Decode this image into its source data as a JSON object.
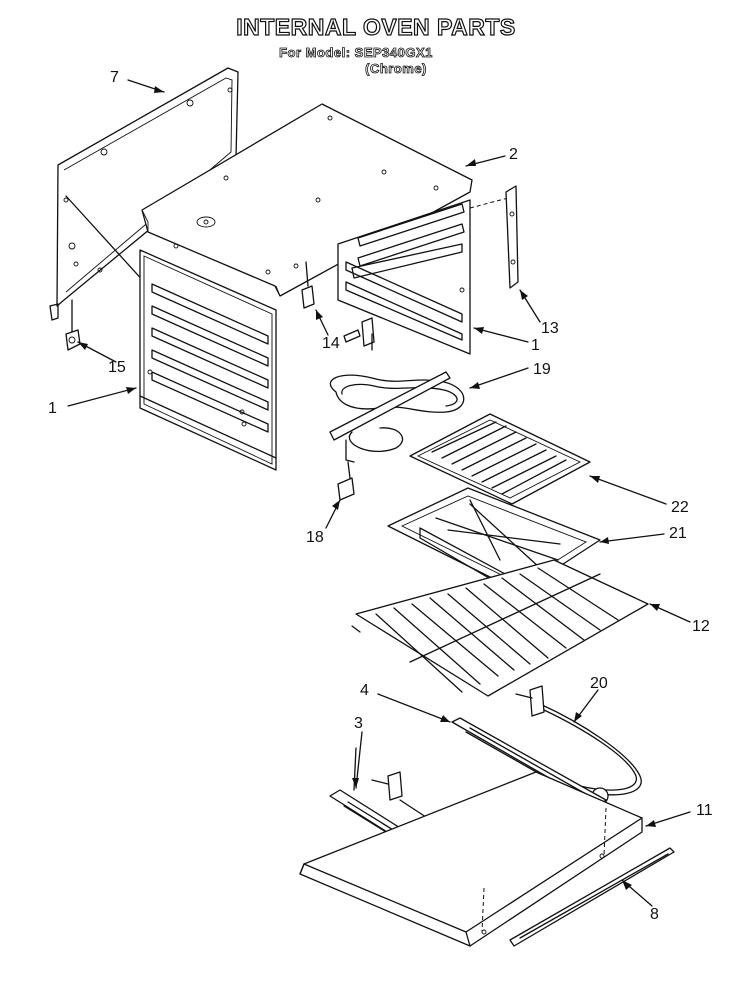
{
  "header": {
    "title": "INTERNAL OVEN PARTS",
    "model_line": "For Model: SEP340GX1",
    "finish_line": "(Chrome)"
  },
  "callouts": {
    "c7": "7",
    "c2": "2",
    "c13": "13",
    "c1a": "1",
    "c14": "14",
    "c15": "15",
    "c19": "19",
    "c1b": "1",
    "c22": "22",
    "c21": "21",
    "c18": "18",
    "c12": "12",
    "c20": "20",
    "c4": "4",
    "c3": "3",
    "c11": "11",
    "c8": "8"
  }
}
